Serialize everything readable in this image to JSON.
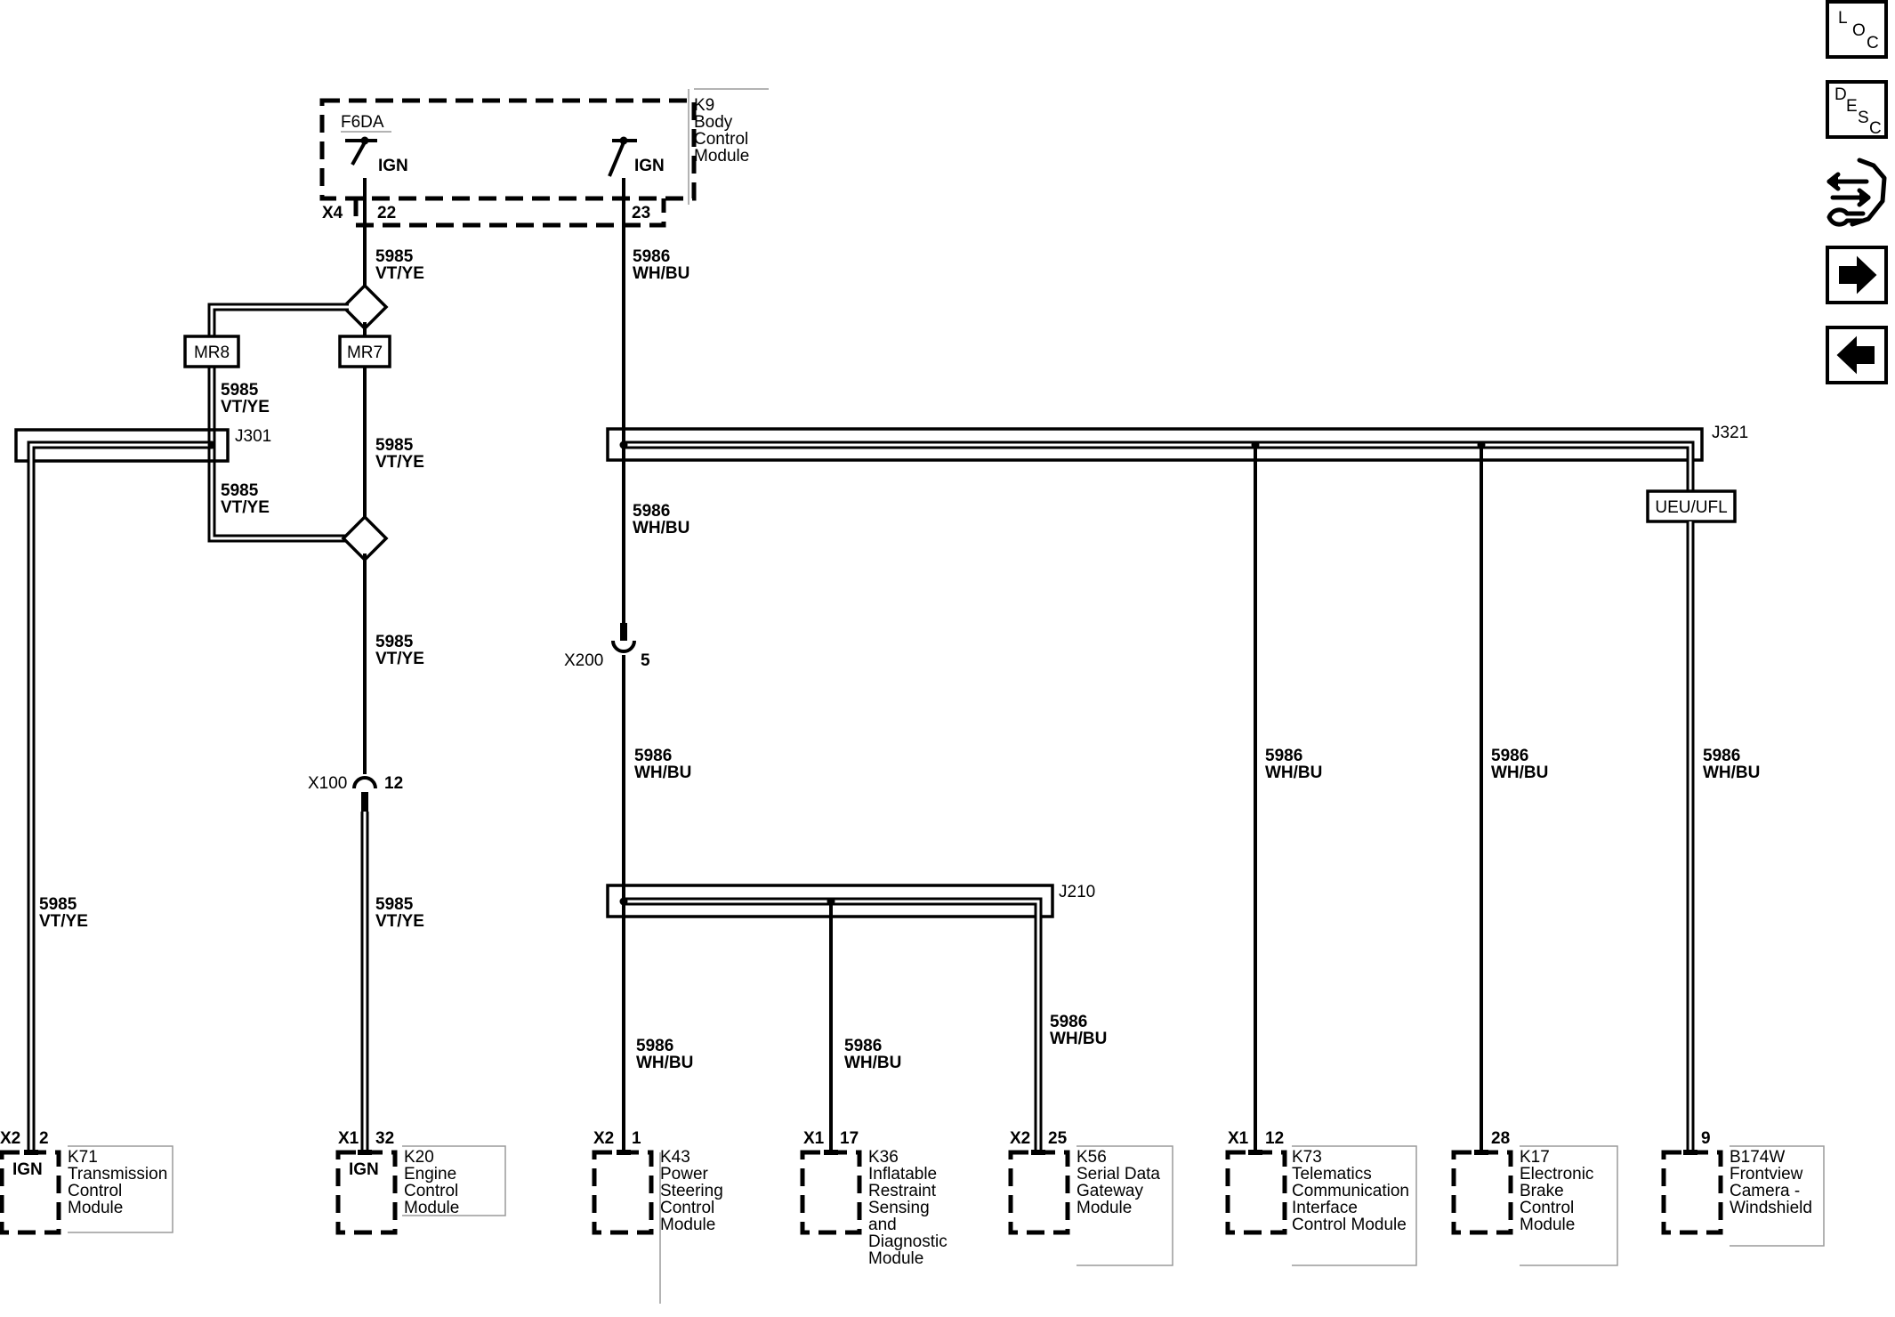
{
  "nav": {
    "loc_letters": [
      "L",
      "O",
      "C"
    ],
    "desc_letters": [
      "D",
      "E",
      "S",
      "C"
    ]
  },
  "modules": {
    "k9": [
      "K9",
      "Body",
      "Control",
      "Module"
    ],
    "k71": [
      "K71",
      "Transmission",
      "Control",
      "Module"
    ],
    "k20": [
      "K20",
      "Engine",
      "Control",
      "Module"
    ],
    "k43": [
      "K43",
      "Power",
      "Steering",
      "Control",
      "Module"
    ],
    "k36": [
      "K36",
      "Inflatable",
      "Restraint",
      "Sensing",
      "and",
      "Diagnostic",
      "Module"
    ],
    "k56": [
      "K56",
      "Serial Data",
      "Gateway",
      "Module"
    ],
    "k73": [
      "K73",
      "Telematics",
      "Communication",
      "Interface",
      "Control Module"
    ],
    "k17": [
      "K17",
      "Electronic",
      "Brake",
      "Control",
      "Module"
    ],
    "b174w": [
      "B174W",
      "Frontview",
      "Camera -",
      "Windshield"
    ]
  },
  "wires": {
    "w5985": [
      "5985",
      "VT/YE"
    ],
    "w5986": [
      "5986",
      "WH/BU"
    ]
  },
  "labels": {
    "f6da": "F6DA",
    "ign": "IGN",
    "mr8": "MR8",
    "mr7": "MR7",
    "j301": "J301",
    "j321": "J321",
    "j210": "J210",
    "ueu_ufl": "UEU/UFL",
    "x100": "X100",
    "x200": "X200",
    "x4": "X4",
    "x1": "X1",
    "x2": "X2"
  },
  "pins": {
    "k9_a": "22",
    "k9_b": "23",
    "x100": "12",
    "x200": "5",
    "k71": "2",
    "k20": "32",
    "k43": "1",
    "k36": "17",
    "k56": "25",
    "k73": "12",
    "k17": "28",
    "b174w": "9"
  }
}
